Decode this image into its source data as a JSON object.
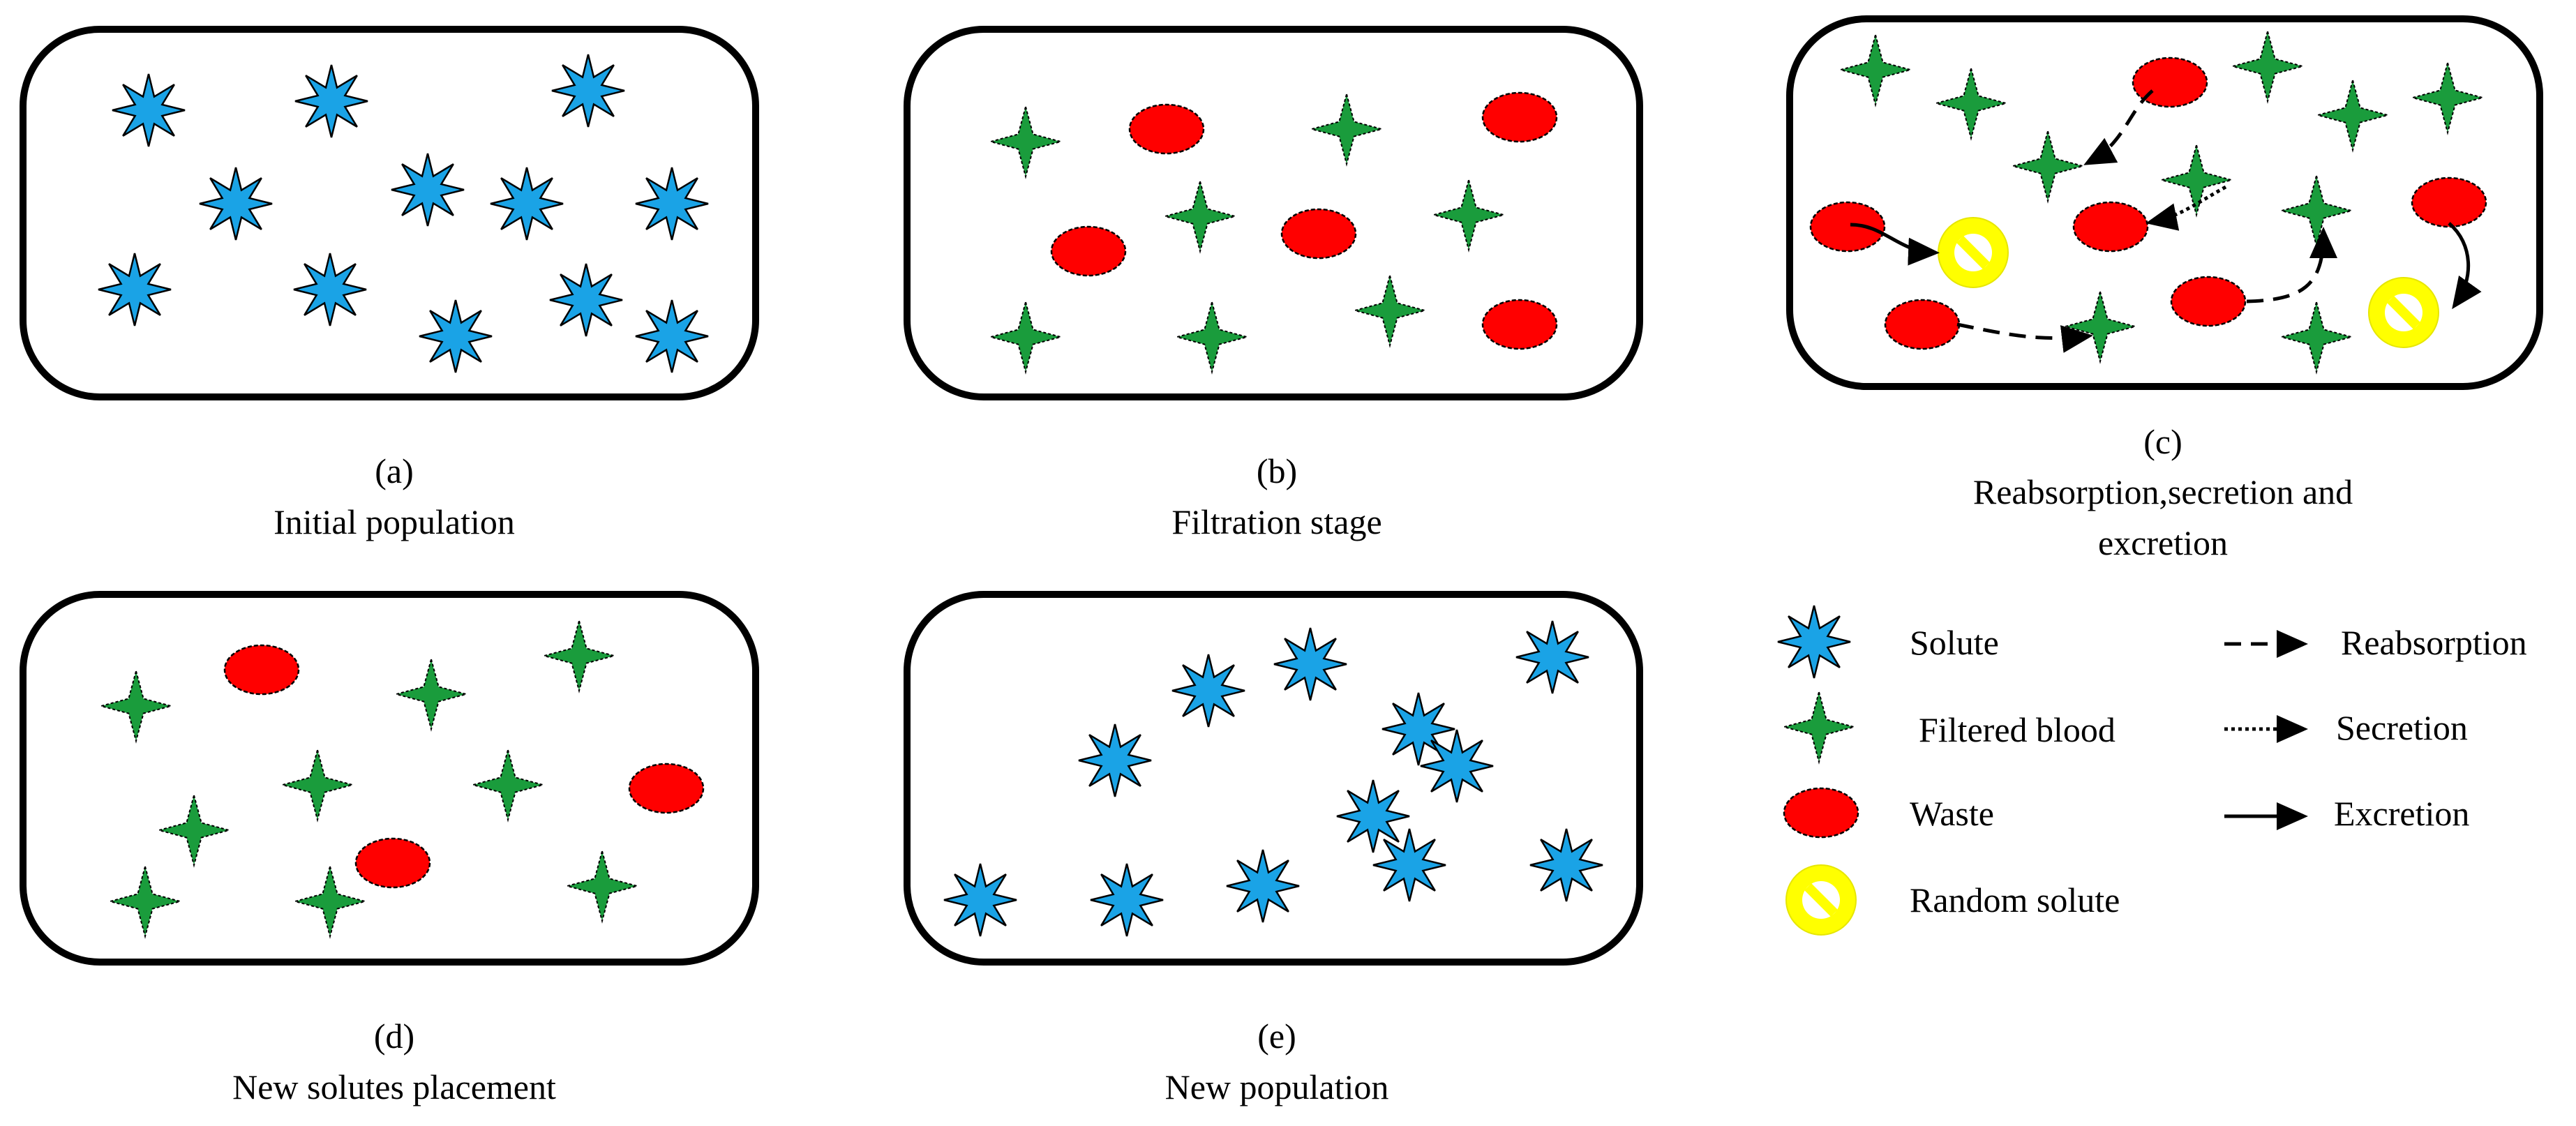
{
  "colors": {
    "solute": "#1aa3e6",
    "filtered_blood": "#1a9c3c",
    "waste": "#ff0000",
    "random_solute": "#ffff00",
    "outline": "#000000"
  },
  "icons": {
    "solute": "eight-point-star-icon",
    "filtered_blood": "four-point-star-icon",
    "waste": "red-ellipse-icon",
    "random_solute": "prohibition-circle-icon"
  },
  "panels": [
    {
      "id": "a",
      "letter": "(a)",
      "caption": [
        "Initial population"
      ]
    },
    {
      "id": "b",
      "letter": "(b)",
      "caption": [
        "Filtration stage"
      ]
    },
    {
      "id": "c",
      "letter": "(c)",
      "caption": [
        "Reabsorption,secretion and",
        "excretion"
      ]
    },
    {
      "id": "d",
      "letter": "(d)",
      "caption": [
        "New solutes placement"
      ]
    },
    {
      "id": "e",
      "letter": "(e)",
      "caption": [
        "New population"
      ]
    }
  ],
  "legend": {
    "symbols": [
      {
        "key": "solute",
        "label": "Solute"
      },
      {
        "key": "filtered_blood",
        "label": "Filtered blood"
      },
      {
        "key": "waste",
        "label": "Waste"
      },
      {
        "key": "random_solute",
        "label": "Random solute"
      }
    ],
    "arrows": [
      {
        "key": "reabsorption",
        "label": "Reabsorption",
        "style": "dashed"
      },
      {
        "key": "secretion",
        "label": "Secretion",
        "style": "dotted"
      },
      {
        "key": "excretion",
        "label": "Excretion",
        "style": "solid"
      }
    ]
  }
}
